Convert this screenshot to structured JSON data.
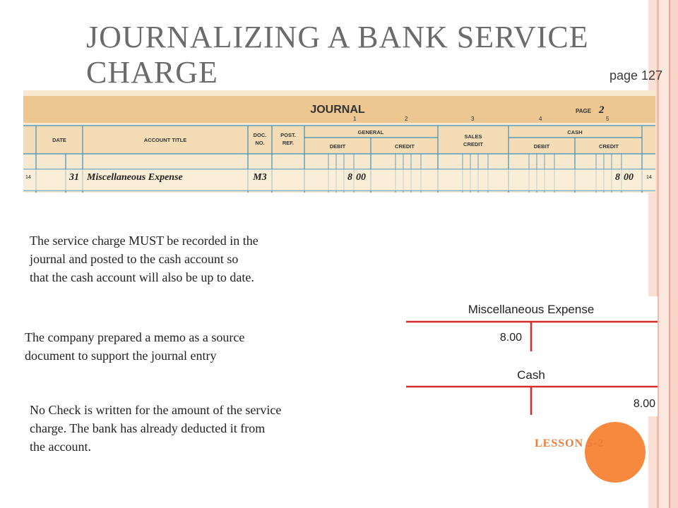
{
  "slide": {
    "title": "JOURNALIZING A BANK SERVICE CHARGE",
    "page_ref": "page 127",
    "lesson_label": "LESSON 5-2"
  },
  "journal": {
    "heading": "JOURNAL",
    "page_label": "PAGE",
    "page_number": "2",
    "column_numbers": [
      "1",
      "2",
      "3",
      "4",
      "5"
    ],
    "headers": {
      "date": "DATE",
      "account_title": "ACCOUNT TITLE",
      "doc_no_line1": "DOC.",
      "doc_no_line2": "NO.",
      "post_ref_line1": "POST.",
      "post_ref_line2": "REF.",
      "general": "GENERAL",
      "sales_credit_line1": "SALES",
      "sales_credit_line2": "CREDIT",
      "cash": "CASH",
      "debit": "DEBIT",
      "credit": "CREDIT"
    },
    "entry": {
      "line_number": "14",
      "date": "31",
      "account_title": "Miscellaneous Expense",
      "doc_no": "M3",
      "general_debit_dollars": "8",
      "general_debit_cents": "00",
      "cash_credit_dollars": "8",
      "cash_credit_cents": "00"
    }
  },
  "paragraphs": {
    "p1_line1": "The service charge MUST be recorded in the",
    "p1_line2": "journal and posted to the cash account so",
    "p1_line3": "that the cash account will also be up to date.",
    "p2_line1": "The company prepared a memo as a source",
    "p2_line2": "document to support the journal entry",
    "p3_line1": "No Check is written for the amount of the service",
    "p3_line2": "charge.  The bank has already deducted it from",
    "p3_line3": "the account."
  },
  "t_accounts": {
    "misc_expense_title": "Miscellaneous Expense",
    "misc_expense_debit": "8.00",
    "cash_title": "Cash",
    "cash_credit": "8.00"
  },
  "colors": {
    "journal_bg": "#f7e9d0",
    "journal_header": "#ecc792",
    "journal_lines": "#3f8fb5",
    "t_account_line": "#d62b2b",
    "accent": "#f7893f"
  }
}
